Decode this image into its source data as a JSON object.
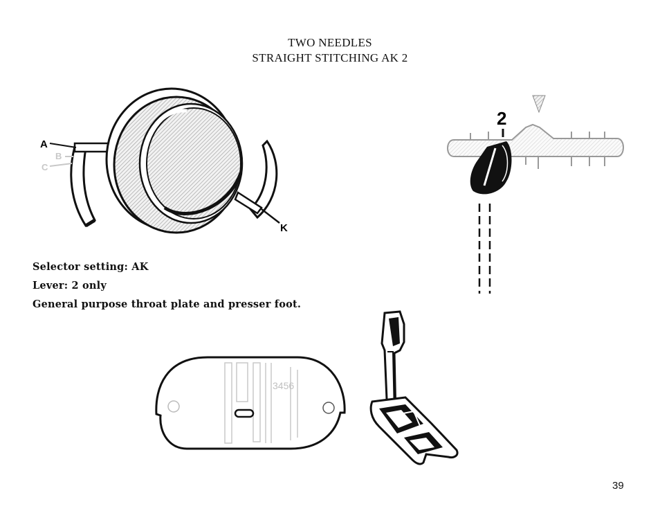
{
  "header": {
    "title_line1": "TWO NEEDLES",
    "title_line2": "STRAIGHT STITCHING AK 2"
  },
  "instructions": {
    "selector": "Selector setting: AK",
    "lever": "Lever: 2 only",
    "plate_foot": "General purpose throat plate and presser foot."
  },
  "selector_dial": {
    "label_a": "A",
    "label_b": "B",
    "label_c": "C",
    "label_k": "K"
  },
  "lever_diagram": {
    "number": "2"
  },
  "throat_plate": {
    "markings": "3456"
  },
  "page_number": "39"
}
